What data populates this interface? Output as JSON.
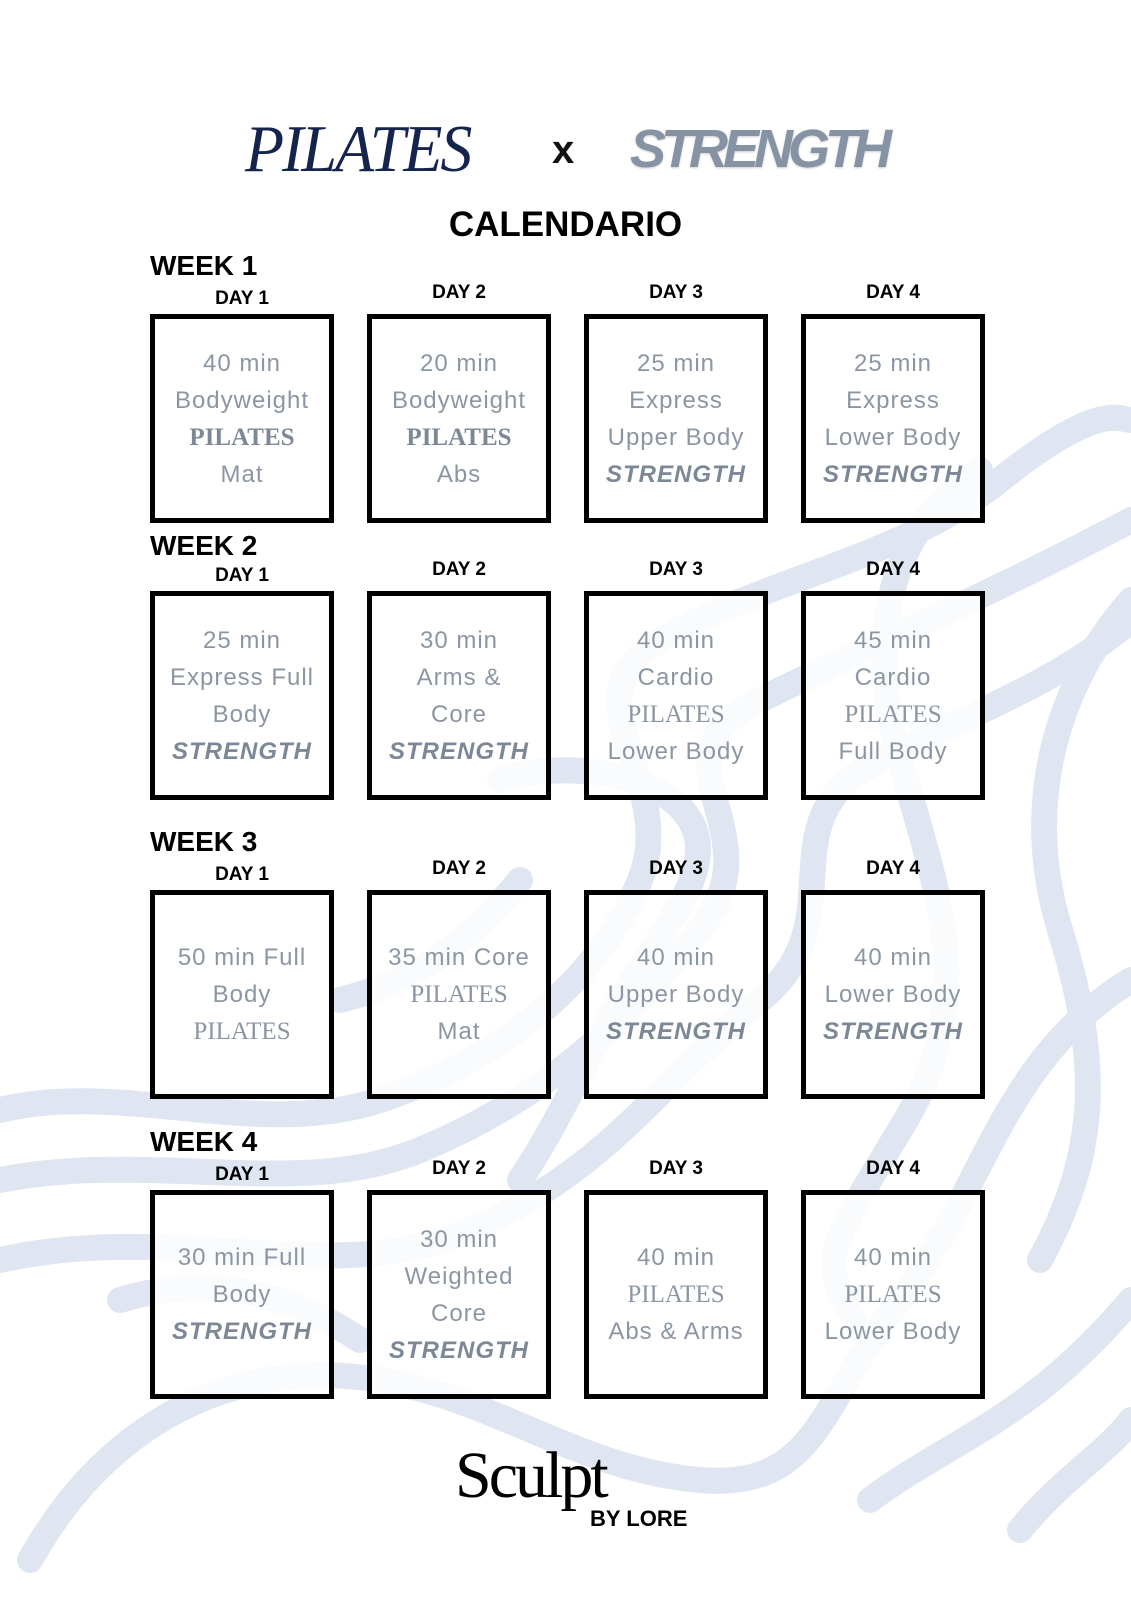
{
  "header": {
    "logo_left": "PILATES",
    "logo_x": "x",
    "logo_right": "STRENGTH",
    "title": "CALENDARIO"
  },
  "colors": {
    "navy": "#15244d",
    "slate": "#8593a4",
    "wave": "#dfe5f1"
  },
  "weeks": [
    {
      "label": "WEEK 1",
      "days": [
        {
          "label": "DAY 1",
          "lines": [
            [
              "40 min",
              "normal"
            ],
            [
              "Bodyweight",
              "normal"
            ],
            [
              "PILATES",
              "pilates-bold"
            ],
            [
              "Mat",
              "normal"
            ]
          ]
        },
        {
          "label": "DAY 2",
          "lines": [
            [
              "20 min",
              "normal"
            ],
            [
              "Bodyweight",
              "normal"
            ],
            [
              "PILATES",
              "pilates-bold"
            ],
            [
              "Abs",
              "normal"
            ]
          ]
        },
        {
          "label": "DAY 3",
          "lines": [
            [
              "25 min",
              "normal"
            ],
            [
              "Express",
              "normal"
            ],
            [
              "Upper Body",
              "normal"
            ],
            [
              "STRENGTH",
              "strength"
            ]
          ]
        },
        {
          "label": "DAY 4",
          "lines": [
            [
              "25 min",
              "normal"
            ],
            [
              "Express",
              "normal"
            ],
            [
              "Lower Body",
              "normal"
            ],
            [
              "STRENGTH",
              "strength"
            ]
          ]
        }
      ]
    },
    {
      "label": "WEEK 2",
      "days": [
        {
          "label": "DAY 1",
          "lines": [
            [
              "25 min",
              "normal"
            ],
            [
              "Express Full",
              "normal"
            ],
            [
              "Body",
              "normal"
            ],
            [
              "STRENGTH",
              "strength"
            ]
          ]
        },
        {
          "label": "DAY 2",
          "lines": [
            [
              "30 min",
              "normal"
            ],
            [
              "Arms &",
              "normal"
            ],
            [
              "Core",
              "normal"
            ],
            [
              "STRENGTH",
              "strength"
            ]
          ]
        },
        {
          "label": "DAY 3",
          "lines": [
            [
              "40 min",
              "normal"
            ],
            [
              "Cardio",
              "normal"
            ],
            [
              "PILATES",
              "pilates"
            ],
            [
              "Lower Body",
              "normal"
            ]
          ]
        },
        {
          "label": "DAY 4",
          "lines": [
            [
              "45 min",
              "normal"
            ],
            [
              "Cardio",
              "normal"
            ],
            [
              "PILATES",
              "pilates"
            ],
            [
              "Full Body",
              "normal"
            ]
          ]
        }
      ]
    },
    {
      "label": "WEEK 3",
      "days": [
        {
          "label": "DAY 1",
          "lines": [
            [
              "50 min Full",
              "normal"
            ],
            [
              "Body",
              "normal"
            ],
            [
              "PILATES",
              "pilates"
            ]
          ]
        },
        {
          "label": "DAY 2",
          "lines": [
            [
              "35 min Core",
              "normal"
            ],
            [
              "PILATES",
              "pilates"
            ],
            [
              "Mat",
              "normal"
            ]
          ]
        },
        {
          "label": "DAY 3",
          "lines": [
            [
              "40 min",
              "normal"
            ],
            [
              "Upper Body",
              "normal"
            ],
            [
              "STRENGTH",
              "strength"
            ]
          ]
        },
        {
          "label": "DAY 4",
          "lines": [
            [
              "40 min",
              "normal"
            ],
            [
              "Lower Body",
              "normal"
            ],
            [
              "STRENGTH",
              "strength"
            ]
          ]
        }
      ]
    },
    {
      "label": "WEEK 4",
      "days": [
        {
          "label": "DAY 1",
          "lines": [
            [
              "30 min Full",
              "normal"
            ],
            [
              "Body",
              "normal"
            ],
            [
              "STRENGTH",
              "strength"
            ]
          ]
        },
        {
          "label": "DAY 2",
          "lines": [
            [
              "30 min",
              "normal"
            ],
            [
              "Weighted",
              "normal"
            ],
            [
              "Core",
              "normal"
            ],
            [
              "STRENGTH",
              "strength"
            ]
          ]
        },
        {
          "label": "DAY 3",
          "lines": [
            [
              "40 min",
              "normal"
            ],
            [
              "PILATES",
              "pilates"
            ],
            [
              "Abs & Arms",
              "normal"
            ]
          ]
        },
        {
          "label": "DAY 4",
          "lines": [
            [
              "40 min",
              "normal"
            ],
            [
              "PILATES",
              "pilates"
            ],
            [
              "Lower Body",
              "normal"
            ]
          ]
        }
      ]
    }
  ],
  "footer": {
    "brand": "Sculpt",
    "brand_sub": "BY LORE"
  }
}
